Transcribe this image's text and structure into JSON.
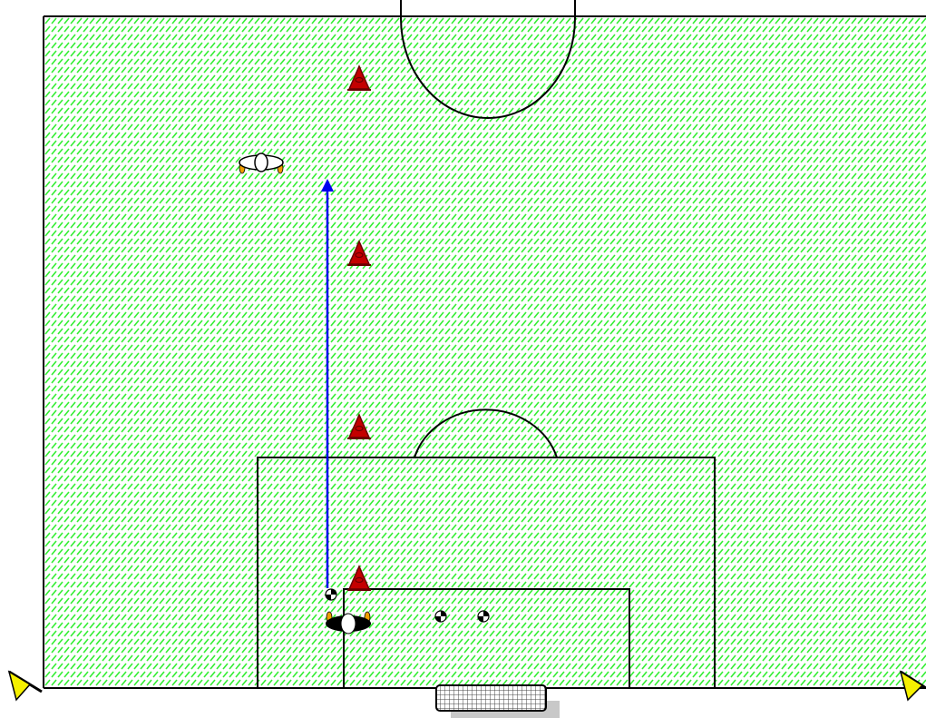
{
  "diagram": {
    "type": "soccer-drill",
    "colors": {
      "turf_hatch": "#33ee33",
      "pitch_line": "#000000",
      "cone_fill": "#c40000",
      "cone_edge": "#6a0000",
      "run_arrow": "#0000ee",
      "corner_flag": "#f5f000",
      "goal_net": "#444444",
      "player_shirt_dark": "#000000",
      "player_shirt_light": "#ffffff",
      "player_feet": "#f0a000"
    },
    "elements": {
      "cones": 4,
      "balls": 3,
      "players": [
        {
          "id": "attacker",
          "shirt": "dark",
          "facing": "up"
        },
        {
          "id": "defender",
          "shirt": "light",
          "facing": "down"
        }
      ],
      "corner_flags": 2,
      "goals": 1,
      "arrows": [
        {
          "style": "solid",
          "meaning": "run"
        }
      ]
    }
  }
}
